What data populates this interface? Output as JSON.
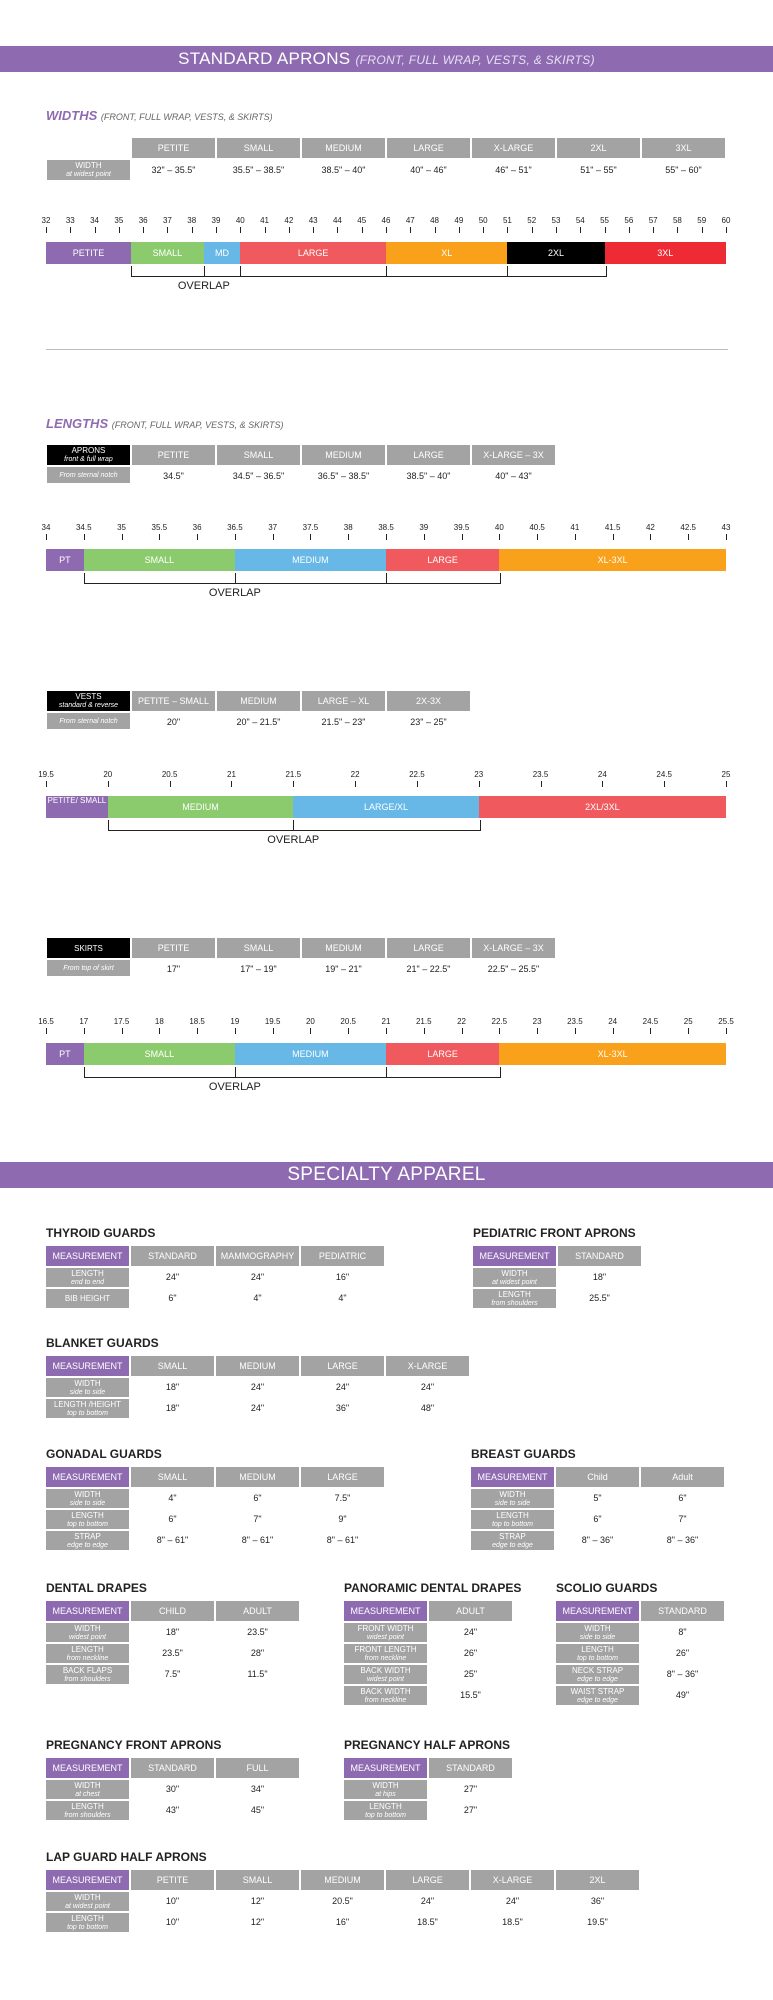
{
  "banner1": {
    "title": "STANDARD APRONS",
    "sub": "(FRONT, FULL WRAP, VESTS, & SKIRTS)"
  },
  "widths": {
    "title": "WIDTHS",
    "sub": "(FRONT, FULL WRAP, VESTS, & SKIRTS)",
    "headers": [
      "PETITE",
      "SMALL",
      "MEDIUM",
      "LARGE",
      "X-LARGE",
      "2XL",
      "3XL"
    ],
    "row_label": "WIDTH",
    "row_sub": "at widest point",
    "values": [
      "32\" – 35.5\"",
      "35.5\" – 38.5\"",
      "38.5\" – 40\"",
      "40\" – 46\"",
      "46\" – 51\"",
      "51\" – 55\"",
      "55\" – 60\""
    ],
    "ticks": [
      "32",
      "33",
      "34",
      "35",
      "36",
      "37",
      "38",
      "39",
      "40",
      "41",
      "42",
      "43",
      "44",
      "45",
      "46",
      "47",
      "48",
      "49",
      "50",
      "51",
      "52",
      "53",
      "54",
      "55",
      "56",
      "57",
      "58",
      "59",
      "60"
    ],
    "bar": [
      "PETITE",
      "SMALL",
      "MD",
      "LARGE",
      "XL",
      "2XL",
      "3XL"
    ],
    "overlap": "OVERLAP"
  },
  "lengths": {
    "title": "LENGTHS",
    "sub": "(FRONT, FULL WRAP, VESTS, & SKIRTS)",
    "aprons": {
      "label": "APRONS",
      "label_sub": "front & full wrap",
      "row": "From sternal notch",
      "headers": [
        "PETITE",
        "SMALL",
        "MEDIUM",
        "LARGE",
        "X-LARGE – 3X"
      ],
      "values": [
        "34.5\"",
        "34.5\" – 36.5\"",
        "36.5\" – 38.5\"",
        "38.5\" – 40\"",
        "40\" – 43\""
      ],
      "ticks": [
        "34",
        "34.5",
        "35",
        "35.5",
        "36",
        "36.5",
        "37",
        "37.5",
        "38",
        "38.5",
        "39",
        "39.5",
        "40",
        "40.5",
        "41",
        "41.5",
        "42",
        "42.5",
        "43"
      ],
      "bar": [
        "PT",
        "SMALL",
        "MEDIUM",
        "LARGE",
        "XL-3XL"
      ],
      "overlap": "OVERLAP"
    },
    "vests": {
      "label": "VESTS",
      "label_sub": "standard & reverse",
      "row": "From sternal notch",
      "headers": [
        "PETITE – SMALL",
        "MEDIUM",
        "LARGE – XL",
        "2X-3X"
      ],
      "values": [
        "20\"",
        "20\" – 21.5\"",
        "21.5\" – 23\"",
        "23\" – 25\""
      ],
      "ticks": [
        "19.5",
        "20",
        "20.5",
        "21",
        "21.5",
        "22",
        "22.5",
        "23",
        "23.5",
        "24",
        "24.5",
        "25"
      ],
      "bar": [
        "PETITE/",
        "SMALL",
        "MEDIUM",
        "LARGE/XL",
        "2XL/3XL"
      ],
      "overlap": "OVERLAP"
    },
    "skirts": {
      "label": "SKIRTS",
      "row": "From top of skirt",
      "headers": [
        "PETITE",
        "SMALL",
        "MEDIUM",
        "LARGE",
        "X-LARGE – 3X"
      ],
      "values": [
        "17\"",
        "17\" – 19\"",
        "19\" – 21\"",
        "21\" – 22.5\"",
        "22.5\" – 25.5\""
      ],
      "ticks": [
        "16.5",
        "17",
        "17.5",
        "18",
        "18.5",
        "19",
        "19.5",
        "20",
        "20.5",
        "21",
        "21.5",
        "22",
        "22.5",
        "23",
        "23.5",
        "24",
        "24.5",
        "25",
        "25.5"
      ],
      "bar": [
        "PT",
        "SMALL",
        "MEDIUM",
        "LARGE",
        "XL-3XL"
      ],
      "overlap": "OVERLAP"
    }
  },
  "banner2": {
    "title": "SPECIALTY APPAREL"
  },
  "tables": {
    "thyroid": {
      "title": "THYROID GUARDS",
      "headers": [
        "MEASUREMENT",
        "STANDARD",
        "MAMMOGRAPHY",
        "PEDIATRIC"
      ],
      "rows": [
        {
          "l": "LENGTH",
          "s": "end to end",
          "v": [
            "24\"",
            "24\"",
            "16\""
          ]
        },
        {
          "l": "BIB HEIGHT",
          "s": "",
          "v": [
            "6\"",
            "4\"",
            "4\""
          ]
        }
      ]
    },
    "pediatric": {
      "title": "PEDIATRIC FRONT APRONS",
      "headers": [
        "MEASUREMENT",
        "STANDARD"
      ],
      "rows": [
        {
          "l": "WIDTH",
          "s": "at widest point",
          "v": [
            "18\""
          ]
        },
        {
          "l": "LENGTH",
          "s": "from shoulders",
          "v": [
            "25.5\""
          ]
        }
      ]
    },
    "blanket": {
      "title": "BLANKET GUARDS",
      "headers": [
        "MEASUREMENT",
        "SMALL",
        "MEDIUM",
        "LARGE",
        "X-LARGE"
      ],
      "rows": [
        {
          "l": "WIDTH",
          "s": "side to side",
          "v": [
            "18\"",
            "24\"",
            "24\"",
            "24\""
          ]
        },
        {
          "l": "LENGTH /HEIGHT",
          "s": "top to bottom",
          "v": [
            "18\"",
            "24\"",
            "36\"",
            "48\""
          ]
        }
      ]
    },
    "gonadal": {
      "title": "GONADAL GUARDS",
      "headers": [
        "MEASUREMENT",
        "SMALL",
        "MEDIUM",
        "LARGE"
      ],
      "rows": [
        {
          "l": "WIDTH",
          "s": "side to side",
          "v": [
            "4\"",
            "6\"",
            "7.5\""
          ]
        },
        {
          "l": "LENGTH",
          "s": "top to bottom",
          "v": [
            "6\"",
            "7\"",
            "9\""
          ]
        },
        {
          "l": "STRAP",
          "s": "edge to edge",
          "v": [
            "8\" – 61\"",
            "8\" – 61\"",
            "8\" – 61\""
          ]
        }
      ]
    },
    "breast": {
      "title": "BREAST GUARDS",
      "headers": [
        "MEASUREMENT",
        "Child",
        "Adult"
      ],
      "rows": [
        {
          "l": "WIDTH",
          "s": "side to side",
          "v": [
            "5\"",
            "6\""
          ]
        },
        {
          "l": "LENGTH",
          "s": "top to bottom",
          "v": [
            "6\"",
            "7\""
          ]
        },
        {
          "l": "STRAP",
          "s": "edge to edge",
          "v": [
            "8\" – 36\"",
            "8\" – 36\""
          ]
        }
      ]
    },
    "dental": {
      "title": "DENTAL DRAPES",
      "headers": [
        "MEASUREMENT",
        "CHILD",
        "ADULT"
      ],
      "rows": [
        {
          "l": "WIDTH",
          "s": "widest point",
          "v": [
            "18\"",
            "23.5\""
          ]
        },
        {
          "l": "LENGTH",
          "s": "from neckline",
          "v": [
            "23.5\"",
            "28\""
          ]
        },
        {
          "l": "BACK FLAPS",
          "s": "from shoulders",
          "v": [
            "7.5\"",
            "11.5\""
          ]
        }
      ]
    },
    "panoramic": {
      "title": "PANORAMIC DENTAL DRAPES",
      "headers": [
        "MEASUREMENT",
        "ADULT"
      ],
      "rows": [
        {
          "l": "FRONT WIDTH",
          "s": "widest point",
          "v": [
            "24\""
          ]
        },
        {
          "l": "FRONT LENGTH",
          "s": "from neckline",
          "v": [
            "26\""
          ]
        },
        {
          "l": "BACK WIDTH",
          "s": "widest point",
          "v": [
            "25\""
          ]
        },
        {
          "l": "BACK WIDTH",
          "s": "from neckline",
          "v": [
            "15.5\""
          ]
        }
      ]
    },
    "scolio": {
      "title": "SCOLIO GUARDS",
      "headers": [
        "MEASUREMENT",
        "STANDARD"
      ],
      "rows": [
        {
          "l": "WIDTH",
          "s": "side to side",
          "v": [
            "8\""
          ]
        },
        {
          "l": "LENGTH",
          "s": "top to bottom",
          "v": [
            "26\""
          ]
        },
        {
          "l": "NECK STRAP",
          "s": "edge to edge",
          "v": [
            "8\" – 36\""
          ]
        },
        {
          "l": "WAIST STRAP",
          "s": "edge to edge",
          "v": [
            "49\""
          ]
        }
      ]
    },
    "pregfront": {
      "title": "PREGNANCY FRONT APRONS",
      "headers": [
        "MEASUREMENT",
        "STANDARD",
        "FULL"
      ],
      "rows": [
        {
          "l": "WIDTH",
          "s": "at chest",
          "v": [
            "30\"",
            "34\""
          ]
        },
        {
          "l": "LENGTH",
          "s": "from shoulders",
          "v": [
            "43\"",
            "45\""
          ]
        }
      ]
    },
    "preghalf": {
      "title": "PREGNANCY HALF APRONS",
      "headers": [
        "MEASUREMENT",
        "STANDARD"
      ],
      "rows": [
        {
          "l": "WIDTH",
          "s": "at hips",
          "v": [
            "27\""
          ]
        },
        {
          "l": "LENGTH",
          "s": "top to bottom",
          "v": [
            "27\""
          ]
        }
      ]
    },
    "lapguard": {
      "title": "LAP GUARD HALF APRONS",
      "headers": [
        "MEASUREMENT",
        "PETITE",
        "SMALL",
        "MEDIUM",
        "LARGE",
        "X-LARGE",
        "2XL"
      ],
      "rows": [
        {
          "l": "WIDTH",
          "s": "at widest point",
          "v": [
            "10\"",
            "12\"",
            "20.5\"",
            "24\"",
            "24\"",
            "36\""
          ]
        },
        {
          "l": "LENGTH",
          "s": "top to bottom",
          "v": [
            "10\"",
            "12\"",
            "16\"",
            "18.5\"",
            "18.5\"",
            "19.5\""
          ]
        }
      ]
    }
  },
  "colors": {
    "purple": "#8e6bb1",
    "green": "#8ccb6d",
    "blue": "#67b8e6",
    "red": "#f05a5e",
    "orange": "#f9a11b",
    "black": "#000000",
    "crimson": "#ee2a35",
    "grey": "#a3a3a3"
  }
}
